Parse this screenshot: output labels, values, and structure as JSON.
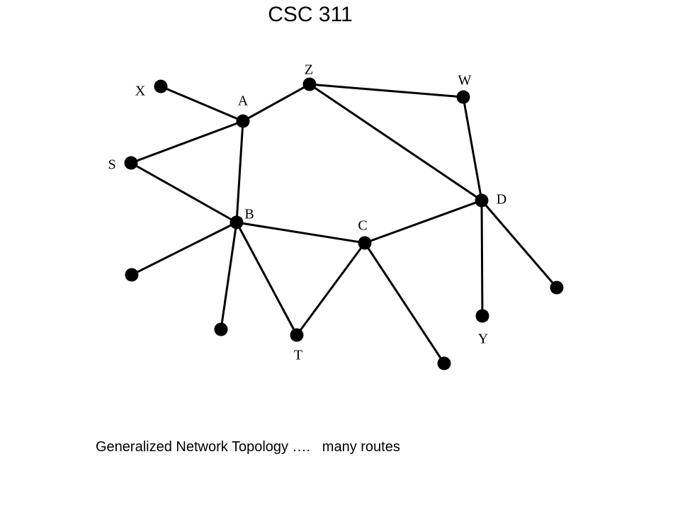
{
  "slide": {
    "title": "CSC 311",
    "caption": "Generalized Network Topology ….   many routes"
  },
  "graph": {
    "nodes": [
      {
        "id": "X",
        "label": "X"
      },
      {
        "id": "A",
        "label": "A"
      },
      {
        "id": "Z",
        "label": "Z"
      },
      {
        "id": "W",
        "label": "W"
      },
      {
        "id": "S",
        "label": "S"
      },
      {
        "id": "B",
        "label": "B"
      },
      {
        "id": "C",
        "label": "C"
      },
      {
        "id": "D",
        "label": "D"
      },
      {
        "id": "T",
        "label": "T"
      },
      {
        "id": "Y",
        "label": "Y"
      },
      {
        "id": "n1",
        "label": ""
      },
      {
        "id": "n2",
        "label": ""
      },
      {
        "id": "n3",
        "label": ""
      },
      {
        "id": "n4",
        "label": ""
      }
    ],
    "edges": [
      [
        "X",
        "A"
      ],
      [
        "A",
        "Z"
      ],
      [
        "Z",
        "W"
      ],
      [
        "Z",
        "D"
      ],
      [
        "W",
        "D"
      ],
      [
        "S",
        "A"
      ],
      [
        "A",
        "B"
      ],
      [
        "S",
        "B"
      ],
      [
        "B",
        "C"
      ],
      [
        "C",
        "D"
      ],
      [
        "B",
        "T"
      ],
      [
        "C",
        "T"
      ],
      [
        "B",
        "n1"
      ],
      [
        "B",
        "n2"
      ],
      [
        "C",
        "n3"
      ],
      [
        "D",
        "Y"
      ],
      [
        "D",
        "n4"
      ]
    ],
    "colors": {
      "edge": "#000000",
      "node": "#000000"
    }
  }
}
